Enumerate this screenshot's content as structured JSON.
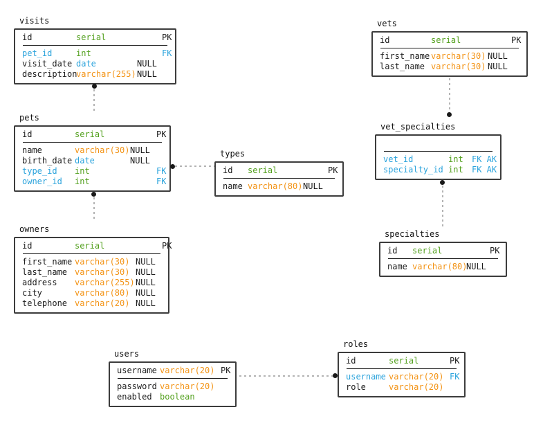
{
  "diagram": {
    "colors": {
      "type_green": "#53a01e",
      "type_blue": "#2ba3dc",
      "type_orange": "#f39315",
      "fk_name_blue": "#2ba3dc",
      "text_black": "#1c1c1c",
      "table_border": "#3c3c3c",
      "connector_gray": "#b3b3b3",
      "connector_dot": "#1a1a1a"
    },
    "tables": [
      {
        "id": "visits",
        "title": "visits",
        "header": [
          {
            "name": "id",
            "type": "serial",
            "nullable": "",
            "key": "PK",
            "fk": false
          }
        ],
        "rows": [
          {
            "name": "pet_id",
            "type": "int",
            "nullable": "",
            "key": "FK",
            "fk": true
          },
          {
            "name": "visit_date",
            "type": "date",
            "nullable": "NULL",
            "key": "",
            "fk": false
          },
          {
            "name": "description",
            "type": "varchar(255)",
            "nullable": "NULL",
            "key": "",
            "fk": false
          }
        ]
      },
      {
        "id": "pets",
        "title": "pets",
        "header": [
          {
            "name": "id",
            "type": "serial",
            "nullable": "",
            "key": "PK",
            "fk": false
          }
        ],
        "rows": [
          {
            "name": "name",
            "type": "varchar(30)",
            "nullable": "NULL",
            "key": "",
            "fk": false
          },
          {
            "name": "birth_date",
            "type": "date",
            "nullable": "NULL",
            "key": "",
            "fk": false
          },
          {
            "name": "type_id",
            "type": "int",
            "nullable": "",
            "key": "FK",
            "fk": true
          },
          {
            "name": "owner_id",
            "type": "int",
            "nullable": "",
            "key": "FK",
            "fk": true
          }
        ]
      },
      {
        "id": "owners",
        "title": "owners",
        "header": [
          {
            "name": "id",
            "type": "serial",
            "nullable": "",
            "key": "PK",
            "fk": false
          }
        ],
        "rows": [
          {
            "name": "first_name",
            "type": "varchar(30)",
            "nullable": "NULL",
            "key": "",
            "fk": false
          },
          {
            "name": "last_name",
            "type": "varchar(30)",
            "nullable": "NULL",
            "key": "",
            "fk": false
          },
          {
            "name": "address",
            "type": "varchar(255)",
            "nullable": "NULL",
            "key": "",
            "fk": false
          },
          {
            "name": "city",
            "type": "varchar(80)",
            "nullable": "NULL",
            "key": "",
            "fk": false
          },
          {
            "name": "telephone",
            "type": "varchar(20)",
            "nullable": "NULL",
            "key": "",
            "fk": false
          }
        ]
      },
      {
        "id": "types",
        "title": "types",
        "header": [
          {
            "name": "id",
            "type": "serial",
            "nullable": "",
            "key": "PK",
            "fk": false
          }
        ],
        "rows": [
          {
            "name": "name",
            "type": "varchar(80)",
            "nullable": "NULL",
            "key": "",
            "fk": false
          }
        ]
      },
      {
        "id": "vets",
        "title": "vets",
        "header": [
          {
            "name": "id",
            "type": "serial",
            "nullable": "",
            "key": "PK",
            "fk": false
          }
        ],
        "rows": [
          {
            "name": "first_name",
            "type": "varchar(30)",
            "nullable": "NULL",
            "key": "",
            "fk": false
          },
          {
            "name": "last_name",
            "type": "varchar(30)",
            "nullable": "NULL",
            "key": "",
            "fk": false
          }
        ]
      },
      {
        "id": "vet_specialties",
        "title": "vet_specialties",
        "header": [
          {
            "name": "",
            "type": "",
            "nullable": "",
            "key": "",
            "fk": false
          }
        ],
        "rows": [
          {
            "name": "vet_id",
            "type": "int",
            "nullable": "",
            "key": "FK AK",
            "fk": true
          },
          {
            "name": "specialty_id",
            "type": "int",
            "nullable": "",
            "key": "FK AK",
            "fk": true
          }
        ]
      },
      {
        "id": "specialties",
        "title": "specialties",
        "header": [
          {
            "name": "id",
            "type": "serial",
            "nullable": "",
            "key": "PK",
            "fk": false
          }
        ],
        "rows": [
          {
            "name": "name",
            "type": "varchar(80)",
            "nullable": "NULL",
            "key": "",
            "fk": false
          }
        ]
      },
      {
        "id": "users",
        "title": "users",
        "header": [
          {
            "name": "username",
            "type": "varchar(20)",
            "nullable": "",
            "key": "PK",
            "fk": false
          }
        ],
        "rows": [
          {
            "name": "password",
            "type": "varchar(20)",
            "nullable": "",
            "key": "",
            "fk": false
          },
          {
            "name": "enabled",
            "type": "boolean",
            "nullable": "",
            "key": "",
            "fk": false
          }
        ]
      },
      {
        "id": "roles",
        "title": "roles",
        "header": [
          {
            "name": "id",
            "type": "serial",
            "nullable": "",
            "key": "PK",
            "fk": false
          }
        ],
        "rows": [
          {
            "name": "username",
            "type": "varchar(20)",
            "nullable": "",
            "key": "FK",
            "fk": true
          },
          {
            "name": "role",
            "type": "varchar(20)",
            "nullable": "",
            "key": "",
            "fk": false
          }
        ]
      }
    ],
    "connectors": [
      {
        "id": "visits-pets",
        "from_table": "visits",
        "from_column": "pet_id",
        "to_table": "pets"
      },
      {
        "id": "pets-types",
        "from_table": "pets",
        "from_column": "type_id",
        "to_table": "types"
      },
      {
        "id": "pets-owners",
        "from_table": "pets",
        "from_column": "owner_id",
        "to_table": "owners"
      },
      {
        "id": "vets-vet_specialties",
        "from_table": "vet_specialties",
        "from_column": "vet_id",
        "to_table": "vets"
      },
      {
        "id": "vet_specialties-specialties",
        "from_table": "vet_specialties",
        "from_column": "specialty_id",
        "to_table": "specialties"
      },
      {
        "id": "users-roles",
        "from_table": "roles",
        "from_column": "username",
        "to_table": "users"
      }
    ]
  }
}
